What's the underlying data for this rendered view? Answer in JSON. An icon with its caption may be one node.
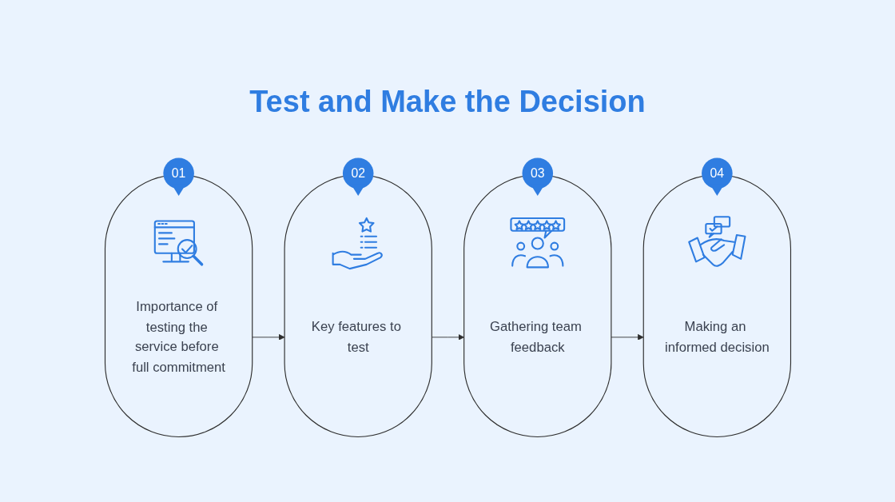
{
  "diagram": {
    "title": "Test and Make the Decision",
    "nodes": [
      {
        "text": [
          "01",
          "Importance of testing the service before full commitment"
        ]
      },
      {
        "text": [
          "02",
          "Key features to test"
        ]
      },
      {
        "text": [
          "03",
          "Gathering team feedback"
        ]
      },
      {
        "text": [
          "04",
          "Making an informed decision"
        ]
      }
    ],
    "edges": [
      {
        "from": 0,
        "to": 1,
        "arrow": "to"
      },
      {
        "from": 1,
        "to": 2,
        "arrow": "to"
      },
      {
        "from": 2,
        "to": 3,
        "arrow": "to"
      }
    ]
  }
}
